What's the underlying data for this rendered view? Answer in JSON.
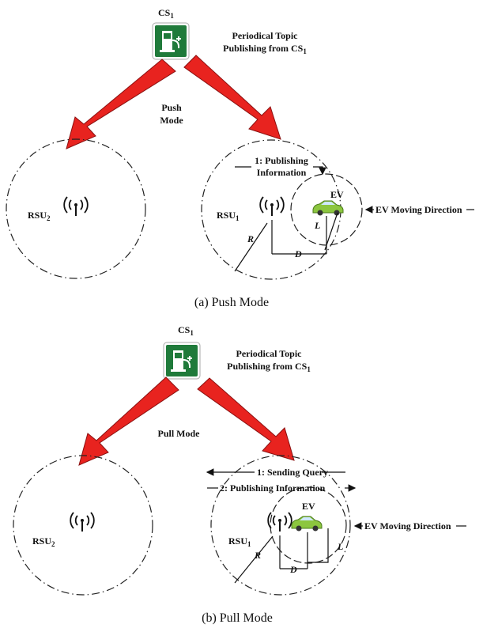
{
  "panel_a": {
    "station_label": "CS",
    "station_sub": "1",
    "topic_line1": "Periodical Topic",
    "topic_line2": "Publishing from CS",
    "topic_sub": "1",
    "mode_line1": "Push",
    "mode_line2": "Mode",
    "publish_line1": "1: Publishing",
    "publish_line2": "Information",
    "rsu_left": "RSU",
    "rsu_left_sub": "2",
    "rsu_right": "RSU",
    "rsu_right_sub": "1",
    "ev_label": "EV",
    "direction": "EV Moving Direction",
    "r_label": "R",
    "d_label": "D",
    "l_label": "L",
    "caption": "(a)  Push Mode"
  },
  "panel_b": {
    "station_label": "CS",
    "station_sub": "1",
    "topic_line1": "Periodical Topic",
    "topic_line2": "Publishing from CS",
    "topic_sub": "1",
    "mode_label": "Pull Mode",
    "query_label": "1: Sending Query",
    "publish_label": "2: Publishing Information",
    "rsu_left": "RSU",
    "rsu_left_sub": "2",
    "rsu_right": "RSU",
    "rsu_right_sub": "1",
    "ev_label": "EV",
    "direction": "EV Moving Direction",
    "r_label": "R",
    "d_label": "D",
    "l_label": "L",
    "caption": "(b)  Pull Mode"
  },
  "colors": {
    "arrow_fill": "#e8231f",
    "arrow_stroke": "#8a1010",
    "station_green": "#1f7a3a",
    "car_green": "#8cc63f"
  }
}
